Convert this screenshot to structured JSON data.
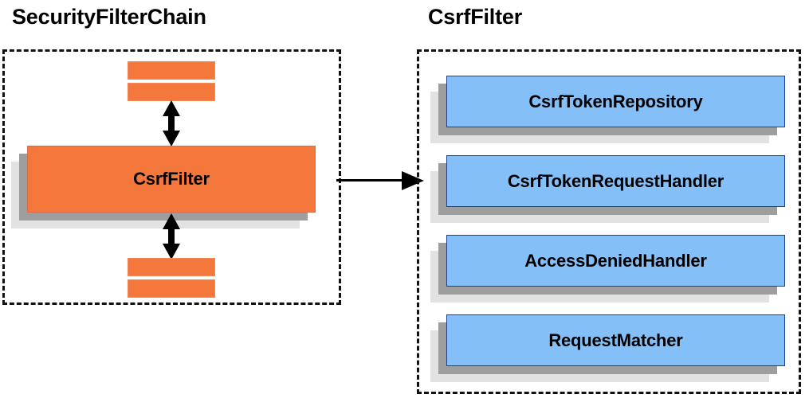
{
  "diagram": {
    "title_left": "SecurityFilterChain",
    "title_right": "CsrfFilter",
    "colors": {
      "orange": "#f4773c",
      "blue": "#85bff8",
      "shadow_mid": "#9e9e9e",
      "shadow_back": "#e2e2e2",
      "border_dark": "#111111",
      "blue_border": "#1f3f8f",
      "text": "#000000"
    }
  },
  "left_panel": {
    "title": "SecurityFilterChain",
    "main_component": {
      "label": "CsrfFilter"
    },
    "upper_filters": [
      {
        "label": ""
      },
      {
        "label": ""
      }
    ],
    "lower_filters": [
      {
        "label": ""
      },
      {
        "label": ""
      }
    ],
    "arrows": {
      "upper": "double-headed-vertical-arrow",
      "lower": "double-headed-vertical-arrow"
    }
  },
  "connector": {
    "name": "csrf-filter-expansion-arrow",
    "direction": "right"
  },
  "right_panel": {
    "title": "CsrfFilter",
    "collaborators": [
      {
        "label": "CsrfTokenRepository"
      },
      {
        "label": "CsrfTokenRequestHandler"
      },
      {
        "label": "AccessDeniedHandler"
      },
      {
        "label": "RequestMatcher"
      }
    ]
  }
}
